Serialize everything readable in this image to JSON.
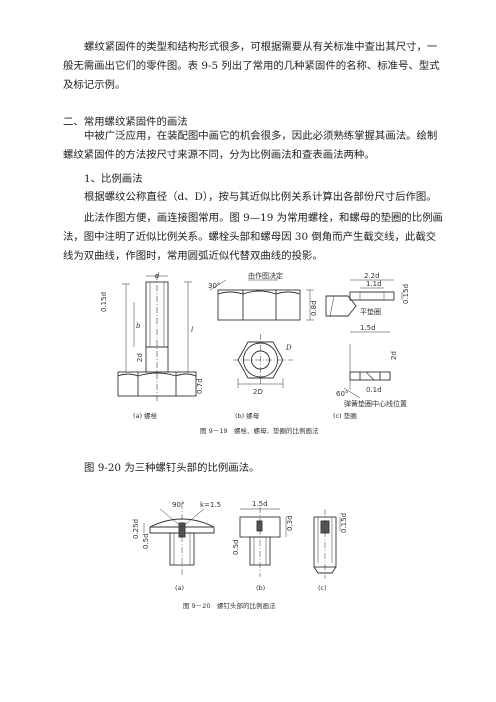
{
  "paragraphs": {
    "p1": "螺纹紧固件的类型和结构形式很多，可根据需要从有关标准中查出其尺寸，一般无需画出它们的零件图。表 9-5 列出了常用的几种紧固件的名称、标准号、型式及标记示例。",
    "h1": "二、常用螺纹紧固件的画法",
    "p2": "中被广泛应用，在装配图中画它的机会很多，因此必须熟练掌握其画法。绘制螺纹紧固件的方法按尺寸来源不同，分为比例画法和查表画法两种。",
    "h2": "1、比例画法",
    "p3": "根据螺纹公称直径（d、D），按与其近似比例关系计算出各部份尺寸后作图。",
    "p4": "此法作图方便，画连接图常用。图 9—19 为常用螺栓，和螺母的垫圈的比例画法，图中注明了近似比例关系。螺栓头部和螺母因 30 倒角而产生截交线，此截交线为双曲线，作图时，常用圆弧近似代替双曲线的投影。",
    "p5": "图 9-20 为三种螺钉头部的比例画法。"
  },
  "fig19": {
    "caption": "图 9－19　螺栓、螺母、垫圈的比例画法",
    "sub_a": "(a) 螺栓",
    "sub_b": "(b) 螺母",
    "sub_c": "(c) 垫圈",
    "label_d": "d",
    "label_015d": "0.15d",
    "label_07d": "0.7d",
    "label_2d": "2d",
    "label_l": "l",
    "label_b": "b",
    "label_30": "30°",
    "label_arc": "由作图决定",
    "label_08d": "0.8d",
    "label_D": "D",
    "label_2D": "2D",
    "label_22d": "2.2d",
    "label_11d": "1.1d",
    "label_015d_c": "0.15d",
    "label_pingdian": "平垫圈",
    "label_15d": "1.5d",
    "label_60": "60°",
    "label_01d": "0.1d",
    "label_2d_c": "2d",
    "label_spring": "弹簧垫圈中心线位置"
  },
  "fig20": {
    "caption": "图 9－20　螺钉头部的比例画法",
    "sub_a": "(a)",
    "sub_b": "(b)",
    "sub_c": "(c)",
    "label_90": "90°",
    "label_k": "k=1.5",
    "label_025d": "0.25d",
    "label_15d": "1.5d",
    "label_015d": "0.15d",
    "label_05d": "0.5d",
    "label_03d": "0.3d",
    "label_05d_b": "0.5d"
  }
}
